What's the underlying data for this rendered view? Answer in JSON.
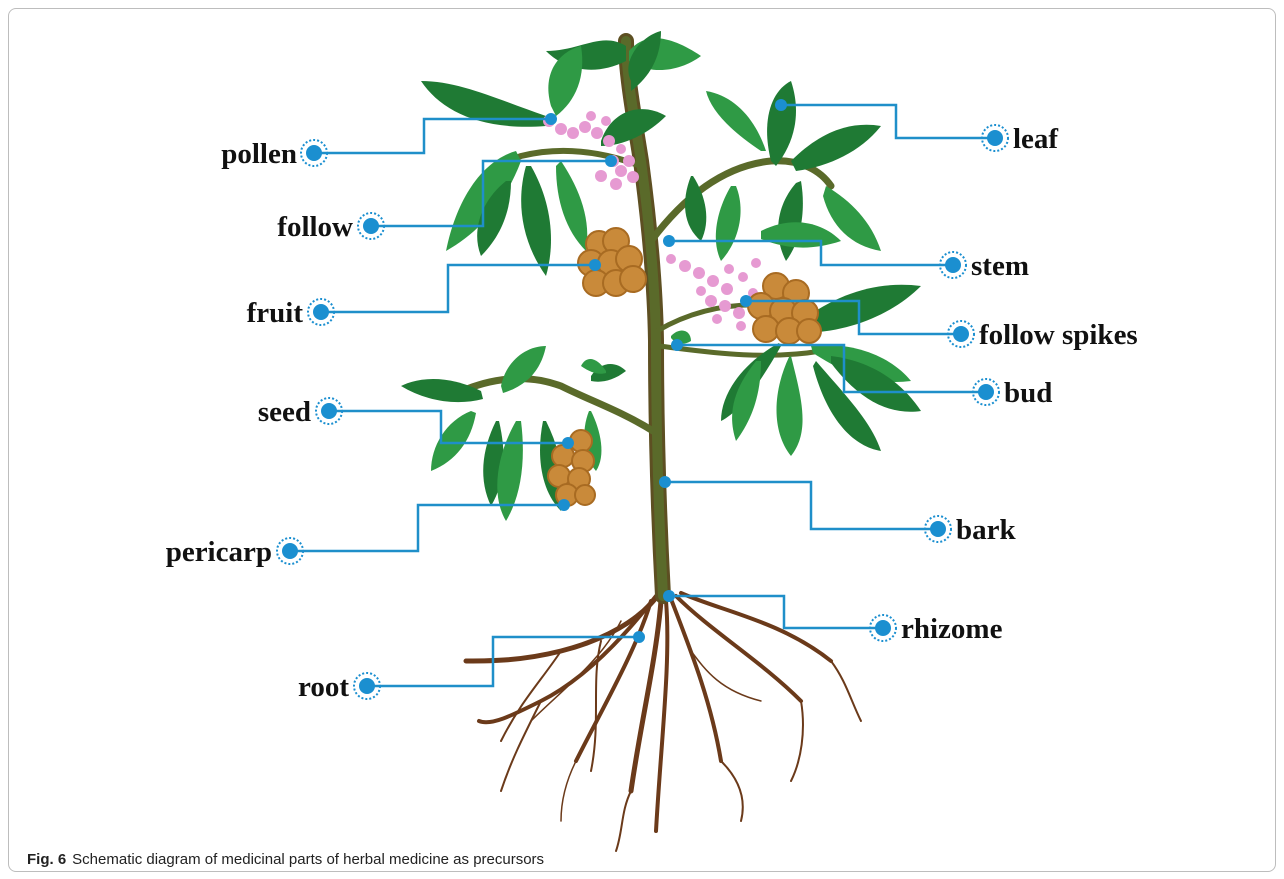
{
  "figure": {
    "caption_label": "Fig. 6",
    "caption_text": "Schematic diagram of medicinal parts of herbal medicine as precursors"
  },
  "colors": {
    "leader_line": "#1f8fc9",
    "marker_fill": "#1b8fd0",
    "leaf_dark": "#1f7a34",
    "leaf_light": "#2f9a45",
    "stem": "#5a6a2a",
    "trunk": "#6e5a2a",
    "root": "#6b3a1a",
    "flower": "#e69ad2",
    "fruit": "#c98a3a",
    "label_text": "#111111"
  },
  "labels": {
    "pollen": "pollen",
    "follow": "follow",
    "fruit": "fruit",
    "seed": "seed",
    "pericarp": "pericarp",
    "root": "root",
    "leaf": "leaf",
    "stem": "stem",
    "follow_spikes": "follow spikes",
    "bud": "bud",
    "bark": "bark",
    "rhizome": "rhizome"
  }
}
